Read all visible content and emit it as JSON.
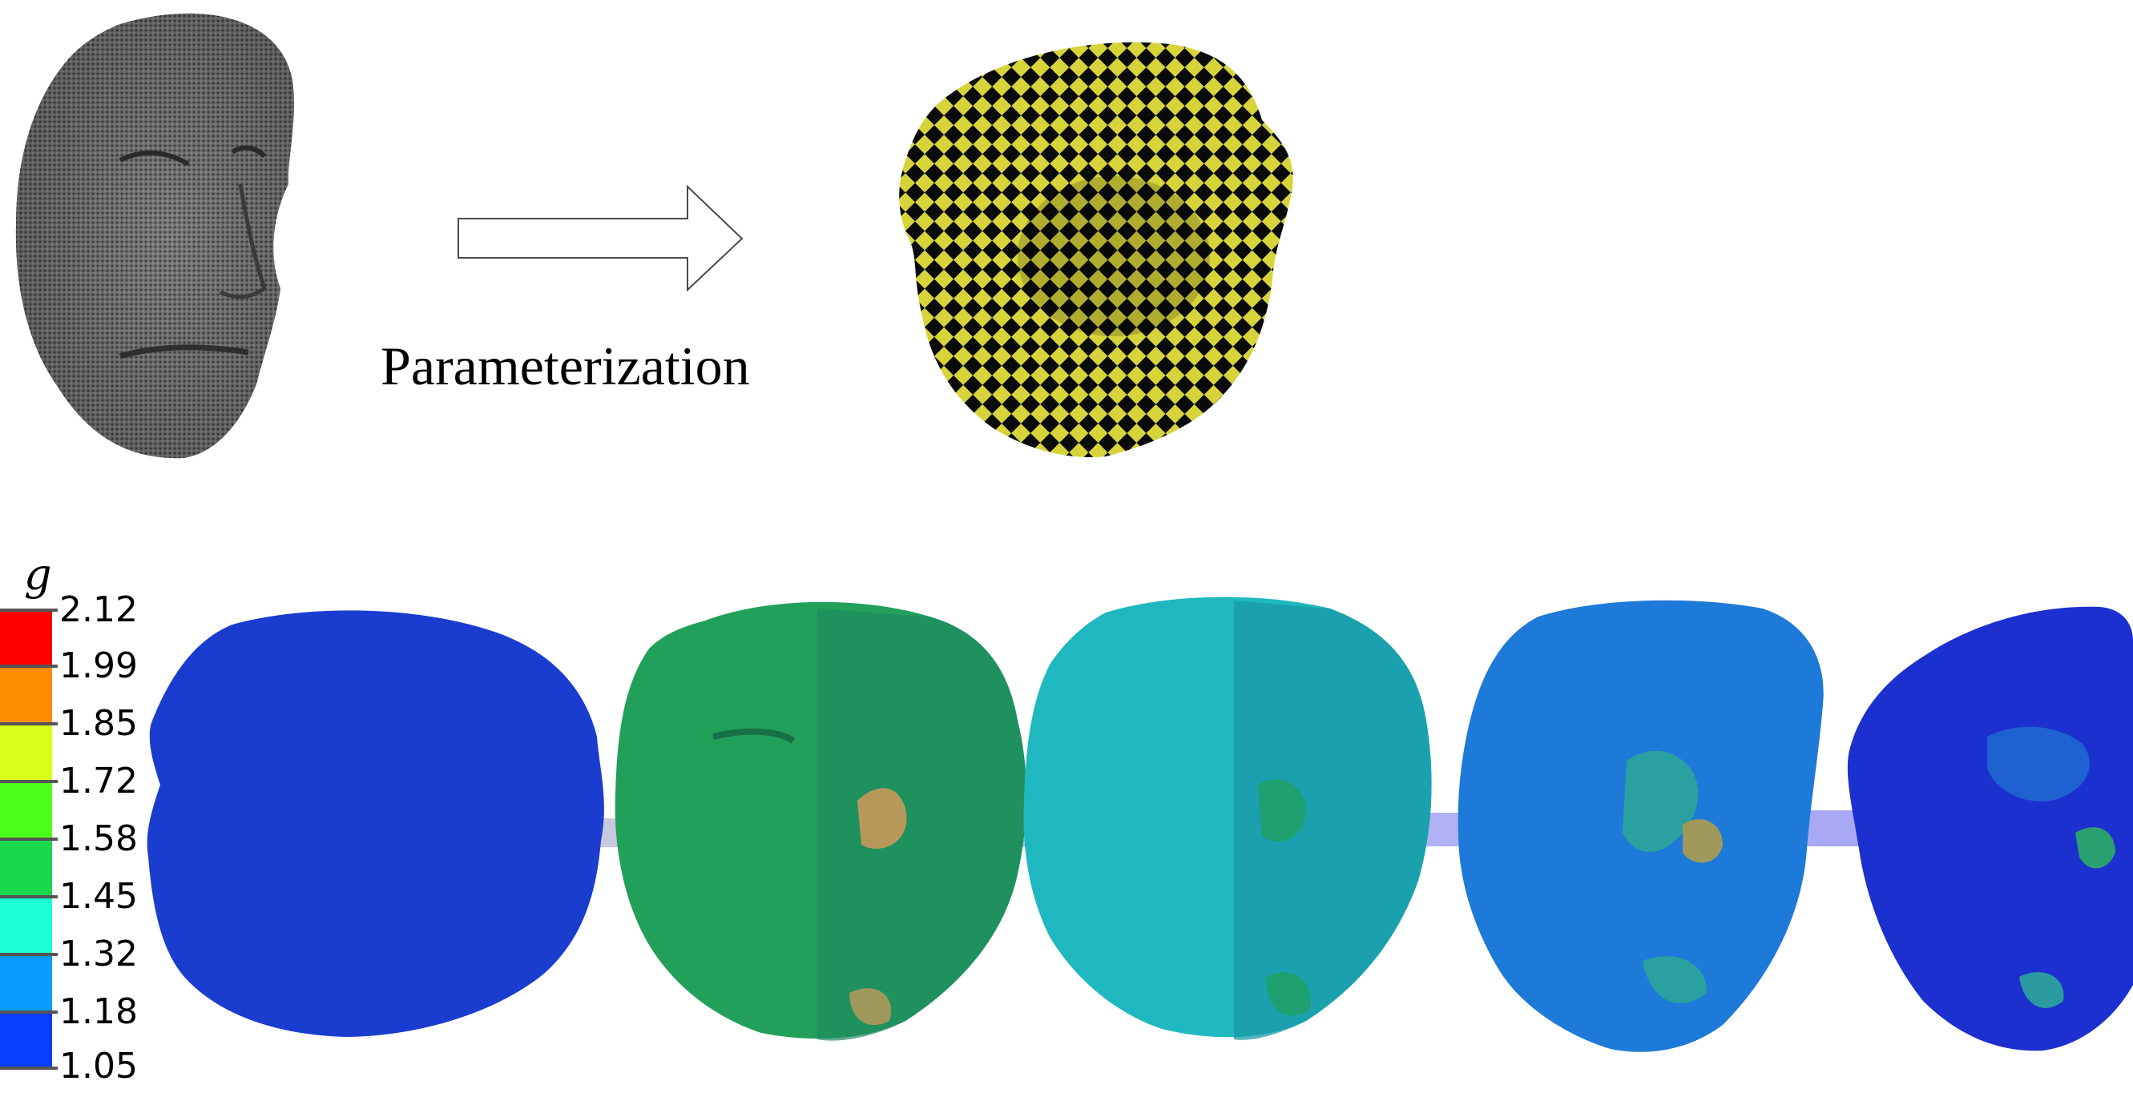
{
  "top_row": {
    "arrow_label": "Parameterization"
  },
  "colorbar": {
    "symbol": "g",
    "ticks": [
      "2.12",
      "1.99",
      "1.85",
      "1.72",
      "1.58",
      "1.45",
      "1.32",
      "1.18",
      "1.05"
    ],
    "colors": [
      "#ff0000",
      "#ff8c00",
      "#d8ff1a",
      "#4cff1a",
      "#1ad84c",
      "#1affd8",
      "#0a9dff",
      "#0a3dff"
    ]
  },
  "faces": {
    "mesh_color": "#6e6e6e",
    "checker_colors": [
      "#d6d43a",
      "#0a0a0a"
    ],
    "colored_faces": [
      "#1a3dd0",
      "#22a05a",
      "#20b8c0",
      "#1e7ad8",
      "#1c30d0"
    ]
  }
}
